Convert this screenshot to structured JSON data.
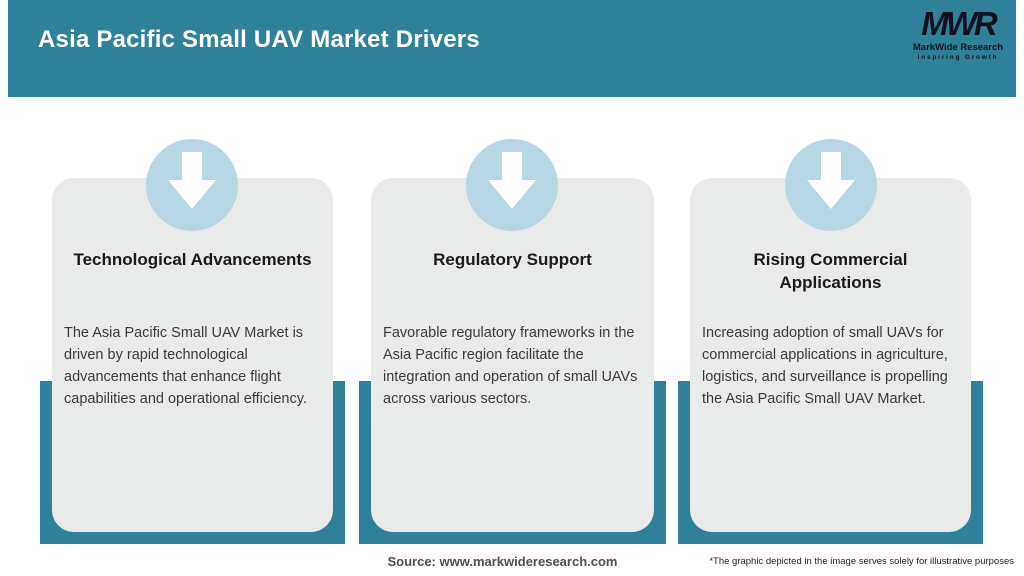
{
  "header": {
    "title": "Asia Pacific Small UAV Market Drivers",
    "logo": {
      "mark": "MWR",
      "name": "MarkWide Research",
      "tagline": "Inspiring Growth"
    }
  },
  "cards": [
    {
      "icon": "down-arrow-icon",
      "title": "Technological Advancements",
      "body": "The Asia Pacific Small UAV Market is driven by rapid technological advancements that enhance flight capabilities and operational efficiency."
    },
    {
      "icon": "down-arrow-icon",
      "title": "Regulatory Support",
      "body": "Favorable regulatory frameworks in the Asia Pacific region facilitate the integration and operation of small UAVs across various sectors."
    },
    {
      "icon": "down-arrow-icon",
      "title": "Rising Commercial Applications",
      "body": "Increasing adoption of small UAVs for commercial applications in agriculture, logistics, and surveillance is propelling the Asia Pacific Small UAV Market."
    }
  ],
  "footer": {
    "source": "Source: www.markwideresearch.com",
    "disclaimer": "*The graphic depicted in the image serves solely for illustrative purposes"
  },
  "colors": {
    "header_teal": "#2f8099",
    "backdrop_teal": "#2f8099",
    "circle_light_blue": "#b5d8e4",
    "card_background": "#e9ebeb",
    "title_text": "#1b1b1b",
    "body_text": "#3b3b3b",
    "logo_ink": "#12121f",
    "header_title_text": "#ffffff"
  }
}
